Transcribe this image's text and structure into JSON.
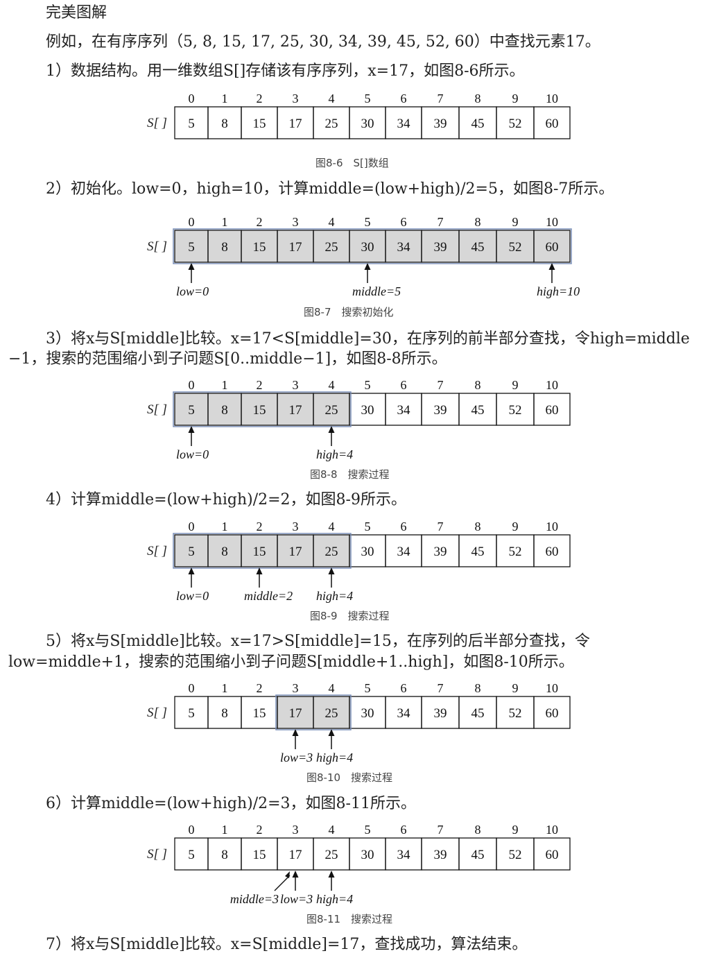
{
  "heading": "完美图解",
  "paragraphs": [
    "例如，在有序序列（5, 8, 15, 17, 25, 30, 34, 39, 45, 52, 60）中查找元素17。",
    "1）数据结构。用一维数组S[]存储该有序序列，x=17，如图8-6所示。",
    "2）初始化。low=0，high=10，计算middle=(low+high)/2=5，如图8-7所示。",
    "3）将x与S[middle]比较。x=17<S[middle]=30，在序列的前半部分查找，令high=middle",
    "−1，搜索的范围缩小到子问题S[0..middle−1]，如图8-8所示。",
    "4）计算middle=(low+high)/2=2，如图8-9所示。",
    "5）将x与S[middle]比较。x=17>S[middle]=15，在序列的后半部分查找，令",
    "low=middle+1，搜索的范围缩小到子问题S[middle+1..high]，如图8-10所示。",
    "6）计算middle=(low+high)/2=3，如图8-11所示。",
    "7）将x与S[middle]比较。x=S[middle]=17，查找成功，算法结束。"
  ],
  "array": {
    "label": "S[ ]",
    "indices": [
      "0",
      "1",
      "2",
      "3",
      "4",
      "5",
      "6",
      "7",
      "8",
      "9",
      "10"
    ],
    "values": [
      "5",
      "8",
      "15",
      "17",
      "25",
      "30",
      "34",
      "39",
      "45",
      "52",
      "60"
    ]
  },
  "figures": [
    {
      "caption": "图8-6　S[]数组",
      "shaded": [],
      "pointers": []
    },
    {
      "caption": "图8-7　搜索初始化",
      "shaded": [
        0,
        10
      ],
      "pointers": [
        {
          "index": 0,
          "label": "low=0"
        },
        {
          "index": 5,
          "label": "middle=5"
        },
        {
          "index": 10,
          "label": "high=10"
        }
      ]
    },
    {
      "caption": "图8-8　搜索过程",
      "shaded": [
        0,
        4
      ],
      "pointers": [
        {
          "index": 0,
          "label": "low=0"
        },
        {
          "index": 4,
          "label": "high=4"
        }
      ]
    },
    {
      "caption": "图8-9　搜索过程",
      "shaded": [
        0,
        4
      ],
      "pointers": [
        {
          "index": 0,
          "label": "low=0"
        },
        {
          "index": 2,
          "label": "middle=2"
        },
        {
          "index": 4,
          "label": "high=4"
        }
      ]
    },
    {
      "caption": "图8-10　搜索过程",
      "shaded": [
        3,
        4
      ],
      "pointers": [
        {
          "index": 3,
          "label": "low=3"
        },
        {
          "index": 4,
          "label": "high=4"
        }
      ]
    },
    {
      "caption": "图8-11　搜索过程",
      "shaded": [],
      "pointers": [
        {
          "index": 3,
          "label": "middle=3",
          "variant": "diag"
        },
        {
          "index": 3,
          "label": "low=3"
        },
        {
          "index": 4,
          "label": "high=4"
        }
      ]
    }
  ]
}
